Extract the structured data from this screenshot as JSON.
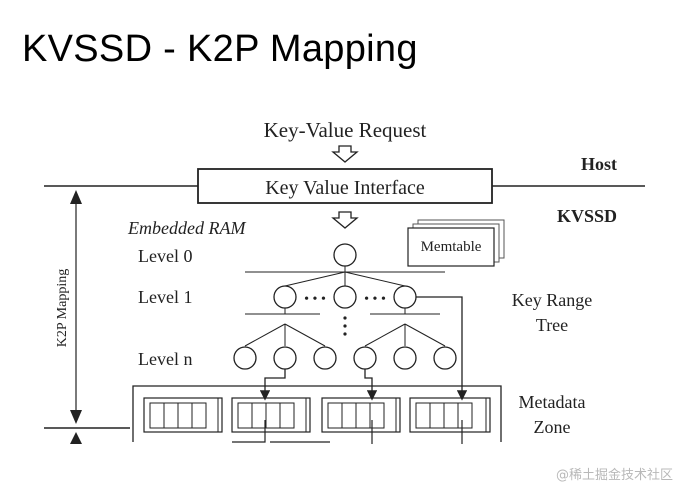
{
  "title": "KVSSD - K2P Mapping",
  "diagram": {
    "request_label": "Key-Value Request",
    "interface_label": "Key Value Interface",
    "host_label": "Host",
    "kvssd_label": "KVSSD",
    "embedded_ram_label": "Embedded RAM",
    "memtable_label": "Memtable",
    "level_labels": [
      "Level 0",
      "Level 1",
      "Level n"
    ],
    "tree_label_line1": "Key Range",
    "tree_label_line2": "Tree",
    "metadata_line1": "Metadata",
    "metadata_line2": "Zone",
    "k2p_label": "K2P Mapping",
    "ellipsis": "• • •",
    "vertical_ellipsis": "⋮"
  },
  "watermark": "@稀土掘金技术社区"
}
